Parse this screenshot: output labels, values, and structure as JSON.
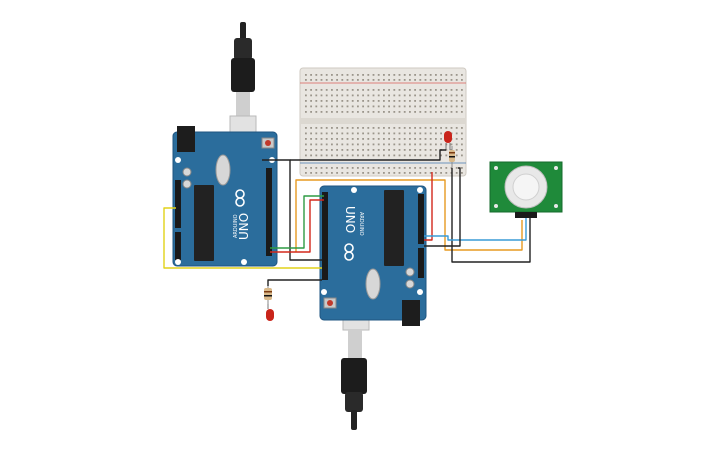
{
  "board_a": {
    "label_uno": "UNO",
    "label_brand": "ARDUINO"
  },
  "board_b": {
    "label_uno": "UNO",
    "label_brand": "ARDUINO"
  },
  "colors": {
    "board": "#2b6d9c",
    "board_dark": "#1f5580",
    "breadboard": "#e9e6e1",
    "pir_board": "#1f8a3a",
    "wire_yellow": "#e2d21a",
    "wire_orange": "#e79a21",
    "wire_red": "#d3281c",
    "wire_green": "#2e9b43",
    "wire_black": "#222222",
    "wire_blue": "#3a9bd6",
    "led_red": "#c9241a"
  }
}
